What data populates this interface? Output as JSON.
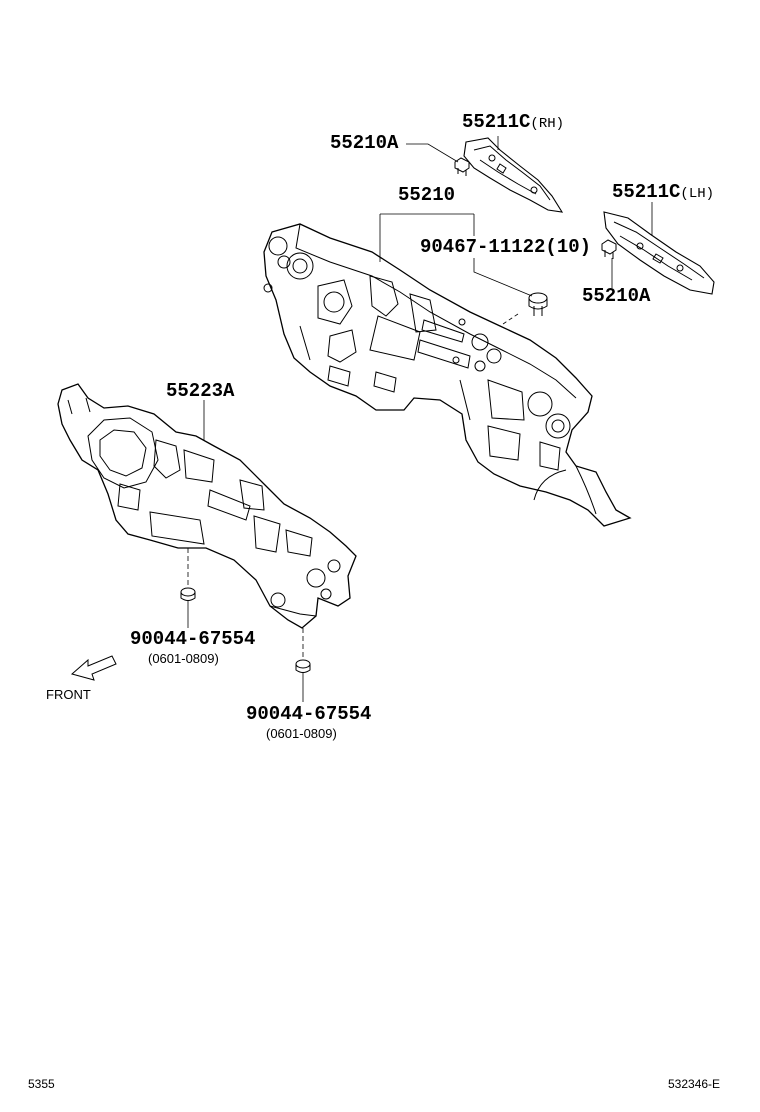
{
  "parts": {
    "clip_rh": "55210A",
    "silencer_rh": {
      "number": "55211C",
      "side": "(RH)"
    },
    "silencer_lh": {
      "number": "55211C",
      "side": "(LH)"
    },
    "clip_lh": "55210A",
    "dash_panel": "55210",
    "clip_center": {
      "number": "90467-11122",
      "qty": "(10)"
    },
    "outer_silencer": "55223A",
    "clip_lower_left": {
      "number": "90044-67554",
      "dates": "(0601-0809)"
    },
    "clip_lower_right": {
      "number": "90044-67554",
      "dates": "(0601-0809)"
    }
  },
  "front_label": "FRONT",
  "footer": {
    "page_code": "5355",
    "illustration_code": "532346-E"
  },
  "icons": [
    "front-arrow-icon"
  ]
}
